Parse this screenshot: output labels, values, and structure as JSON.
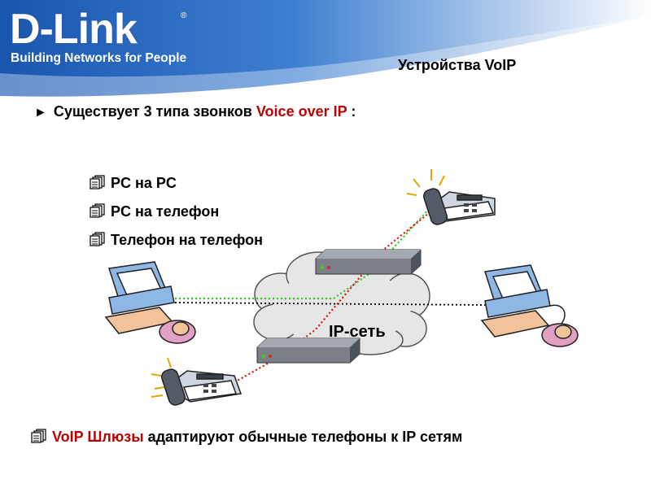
{
  "header": {
    "logo_text": "D-Link",
    "registered_mark": "®",
    "tagline": "Building Networks for People",
    "brand_color": "#1d5cb5"
  },
  "slide": {
    "title": "Устройства VoIP",
    "intro_prefix": "Существует 3 типа звонков",
    "intro_highlight": "Voice over IP",
    "intro_suffix": ":",
    "call_types": [
      "PC на PC",
      "PC на телефон",
      "Телефон на телефон"
    ],
    "cloud_label": "IP-сеть",
    "bottom_highlight": "VoIP Шлюзы",
    "bottom_rest": "адаптируют обычные телефоны к IP сетям"
  },
  "colors": {
    "accent_red": "#c00000",
    "line_green": "#2ecc1a",
    "line_red": "#e01010",
    "line_black": "#000000"
  },
  "icons": [
    "arrow-bullet-icon",
    "document-bullet-icon",
    "computer-icon",
    "telephone-icon",
    "gateway-icon",
    "cloud-icon"
  ]
}
